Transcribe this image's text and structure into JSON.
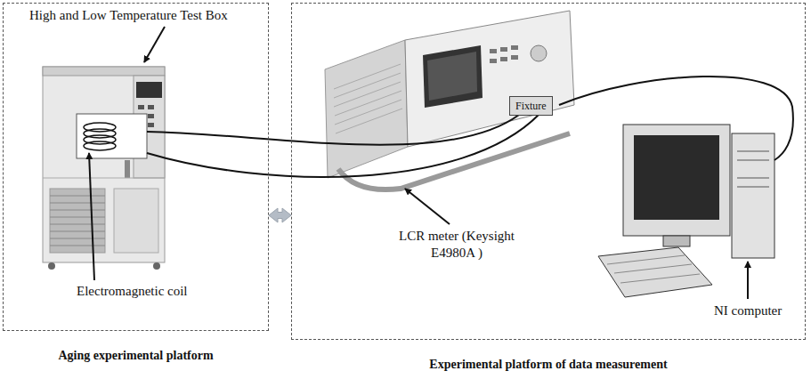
{
  "diagram": {
    "nodes": [
      {
        "text": [
          "Aging experimental platform"
        ]
      },
      {
        "text": [
          "Experimental platform of data measurement"
        ]
      },
      {
        "text": [
          "Fixture"
        ],
        "in": 1
      }
    ],
    "edges": [
      {
        "from": 0,
        "to": 1,
        "arrow": "both"
      }
    ],
    "labels": [
      "High and Low Temperature Test Box",
      "Electromagnetic coil",
      "LCR meter (Keysight E4980A )",
      "NI computer"
    ]
  }
}
